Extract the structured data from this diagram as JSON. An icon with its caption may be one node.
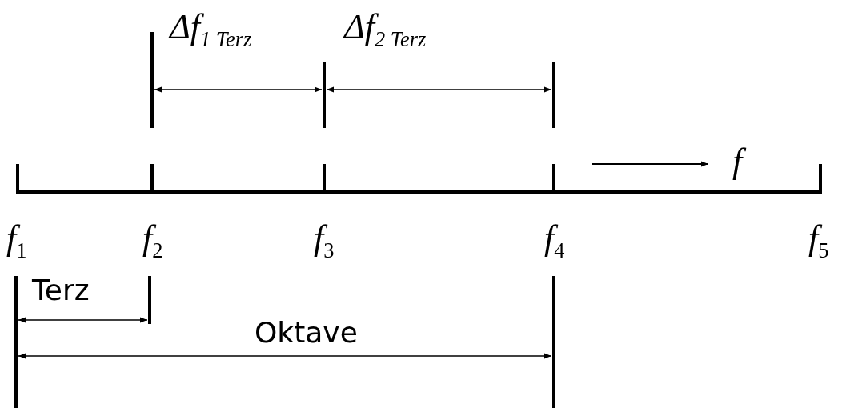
{
  "diagram": {
    "labels": [
      "Δf$_{1 Terz}$",
      "Δf$_{2 Terz}$",
      "f",
      "*f*$_{1}$",
      "*f*$_{2}$",
      "*f*$_{3}$",
      "*f*$_{4}$",
      "*f*$_{5}$",
      "Terz",
      "Oktave"
    ]
  }
}
